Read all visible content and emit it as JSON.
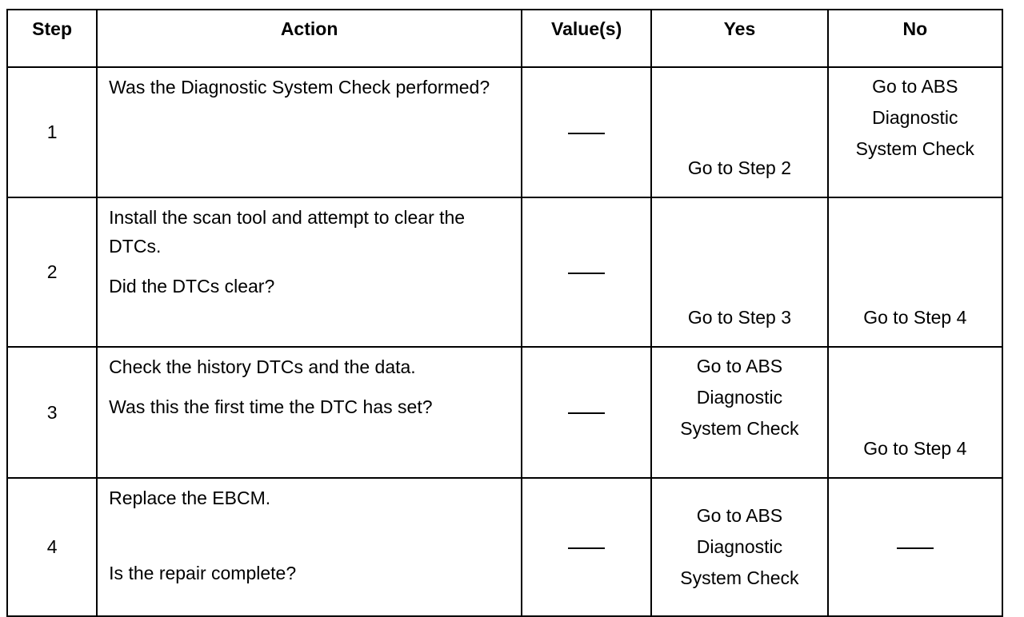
{
  "table": {
    "headers": {
      "step": "Step",
      "action": "Action",
      "values": "Value(s)",
      "yes": "Yes",
      "no": "No"
    },
    "rows": [
      {
        "step": "1",
        "action_lines": [
          "Was the Diagnostic System Check performed?"
        ],
        "value": "——",
        "yes": "Go to Step 2",
        "no": "Go to ABS\nDiagnostic\nSystem Check"
      },
      {
        "step": "2",
        "action_lines": [
          "Install the scan tool and attempt to clear the DTCs.",
          "Did the DTCs clear?"
        ],
        "value": "——",
        "yes": "Go to Step 3",
        "no": "Go to Step 4"
      },
      {
        "step": "3",
        "action_lines": [
          "Check the history DTCs and the data.",
          "Was this the first time the DTC has set?"
        ],
        "value": "——",
        "yes": "Go to ABS\nDiagnostic\nSystem Check",
        "no": "Go to Step 4"
      },
      {
        "step": "4",
        "action_lines": [
          "Replace the EBCM.",
          "Is the repair complete?"
        ],
        "value": "——",
        "yes": "Go to ABS\nDiagnostic\nSystem Check",
        "no": "——"
      }
    ]
  }
}
